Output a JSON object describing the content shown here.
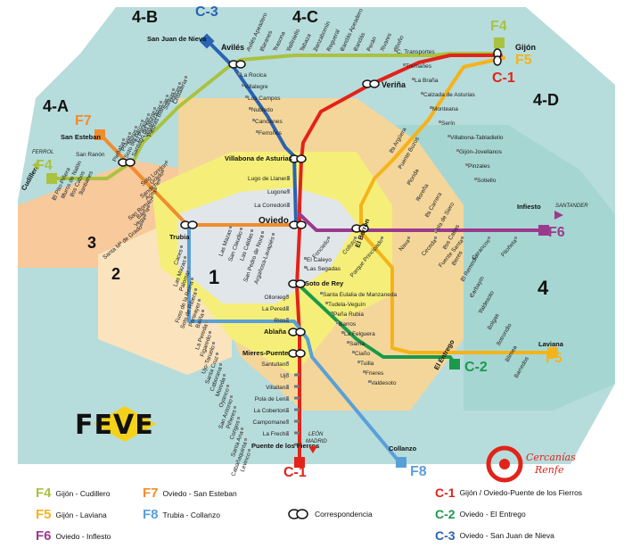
{
  "zones": {
    "z1": "1",
    "z2": "2",
    "z3": "3",
    "z4": "4",
    "z4a": "4-A",
    "z4b": "4-B",
    "z4c": "4-C",
    "z4d": "4-D"
  },
  "lines": {
    "c1": {
      "code": "C-1",
      "name": "Gijón / Oviedo-Puente de los Fierros",
      "color": "#e2231a"
    },
    "c2": {
      "code": "C-2",
      "name": "Oviedo - El Entrego",
      "color": "#1a9a4a"
    },
    "c3": {
      "code": "C-3",
      "name": "Oviedo - San Juan de Nieva",
      "color": "#2a63b0"
    },
    "f4": {
      "code": "F4",
      "name": "Gijón - Cudillero",
      "color": "#a9c23f"
    },
    "f5": {
      "code": "F5",
      "name": "Gijón - Laviana",
      "color": "#f5b31a"
    },
    "f6": {
      "code": "F6",
      "name": "Oviedo - Inflesto",
      "color": "#9b3a8d"
    },
    "f7": {
      "code": "F7",
      "name": "Oviedo - San Esteban",
      "color": "#f08c2e"
    },
    "f8": {
      "code": "F8",
      "name": "Trubia - Collanzo",
      "color": "#5aa0d8"
    }
  },
  "correspondencia_label": "Correspondencia",
  "brand": {
    "feve": "FEVE",
    "cercanias1": "Cercanías",
    "cercanias2": "Renfe"
  },
  "directions": {
    "ferrol": "FERROL",
    "santander": "SANTANDER",
    "leon": "LEÓN",
    "madrid": "MADRID"
  },
  "major_stations": {
    "gijon": "Gijón",
    "oviedo": "Oviedo",
    "aviles": "Avilés",
    "verina": "Veriña",
    "san_juan_nieva": "San Juan de Nieva",
    "san_esteban": "San Esteban",
    "cudillero": "Cudillero",
    "trubia": "Trubia",
    "el_beron": "El Berrón",
    "soto_de_rey": "Soto de Rey",
    "ablana": "Ablaña",
    "mieres_puente": "Mieres-Puente",
    "puente_fierros": "Puente de los Fierros",
    "collanzo": "Collanzo",
    "laviana": "Laviana",
    "el_entrego": "El Entrego",
    "infiesto": "Infiesto",
    "villabona": "Villabona de Asturias",
    "san_ranon": "San Ranón",
    "noreña": "Noreña"
  },
  "stations": {
    "c1_north": [
      "La Rocica",
      "Villalegre",
      "Los Campos",
      "Nubledo",
      "Cancienes",
      "Ferroñes"
    ],
    "c1_mid": [
      "Lugo de Llanera",
      "Lugones",
      "La Corredoria"
    ],
    "c1_south": [
      "El Caleyo",
      "Las Segadas"
    ],
    "soto_south": [
      "Olloniego",
      "La Pereda",
      "Riosa"
    ],
    "mieres_south": [
      "Santullano",
      "Ujo",
      "Villallana",
      "Pola de Lena",
      "La Cobertoria",
      "Campomanes",
      "La Frecha"
    ],
    "f4_top": [
      "Avilés Apeadero",
      "Llaranes",
      "Trasona",
      "Valliniello",
      "Tabaza",
      "Zanzabornín",
      "Regueral",
      "Candás Apeadero",
      "Candás",
      "Perán",
      "Xivares",
      "Aboño"
    ],
    "f4_bottom": [
      "Cristalería",
      "Raíces",
      "Salinas",
      "Piedras Blancas",
      "Vegarrozadas",
      "Santiago del Monte",
      "El Parador",
      "Soto del Barco",
      "Muros",
      "Pravia",
      "Pieñaba"
    ],
    "f4_west": [
      "El Pito-Piñera",
      "Muros de Nalón",
      "Los Cabos",
      "Santianes"
    ],
    "gijon_area": [
      "C. Transportes",
      "Tremañes",
      "La Braña",
      "Calzada de Asturias",
      "Monteana",
      "Serín",
      "Villabona-Tabladiello",
      "Gijón-Jovellanos",
      "Pinzales",
      "Sotiello"
    ],
    "f5": [
      "La Argüera",
      "Puente Buzos",
      "Florida",
      "Noreña",
      "La Carrera",
      "Pola de Siero",
      "Los Cabos",
      "Lieres",
      "El Remedio",
      "Carbayín",
      "Valdesoto",
      "Bolgas",
      "Sotrondio",
      "Blimea",
      "Barredos"
    ],
    "f6": [
      "Fonciello",
      "Colloto",
      "Parque Principado",
      "Nava",
      "Ceceda",
      "Fuente Santa",
      "Carancos",
      "Piloñeta"
    ],
    "f7": [
      "Solo Loridon",
      "Grado",
      "Sandiche",
      "Aces",
      "San Román",
      "Báiña",
      "Vega",
      "Santa Mª de Grado"
    ],
    "f8": [
      "Caces",
      "Las Mazas",
      "Palomar",
      "Fuso de la Reina",
      "Soto de Ribera",
      "Parteayer",
      "Baíña",
      "La Pereda",
      "Figaredo",
      "Ujo-Taruelo",
      "Santa Cruz",
      "Caborana",
      "Moreda",
      "Oyanco",
      "San Antonio",
      "Piñeres",
      "Corigos",
      "Santa Ana",
      "Cabañaquinta",
      "Levinco"
    ],
    "c2": [
      "Santa Eulalia de Manzaneda",
      "Tudela-Veguín",
      "Peña Rubia",
      "Barros",
      "La Felguera",
      "Sama",
      "Ciaño",
      "Tuilla",
      "Frieres",
      "Valdesoto"
    ],
    "f8_oviedo": [
      "Las Mazas",
      "San Claudio",
      "Las Caldas",
      "San Pedro de Nora",
      "Argañosa-Lavapiés"
    ]
  }
}
